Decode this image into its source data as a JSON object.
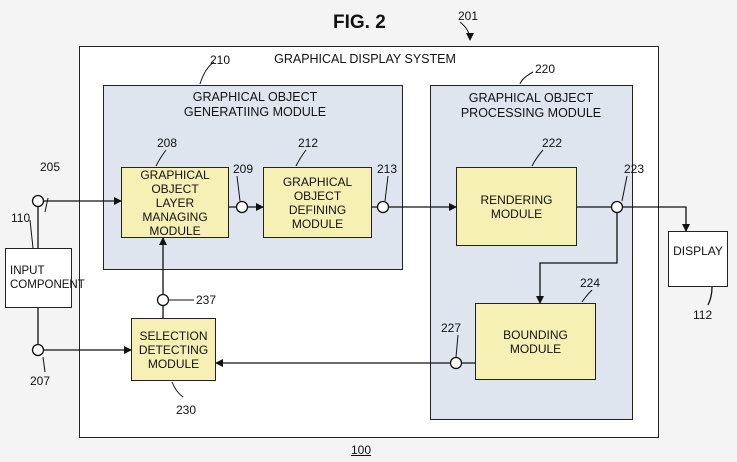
{
  "figure_title": "FIG. 2",
  "system": {
    "ref": "201",
    "title": "GRAPHICAL DISPLAY SYSTEM",
    "bottom_ref": "100"
  },
  "generating": {
    "ref": "210",
    "title_line1": "GRAPHICAL OBJECT",
    "title_line2": "GENERATIING MODULE"
  },
  "processing": {
    "ref": "220",
    "title_line1": "GRAPHICAL OBJECT",
    "title_line2": "PROCESSING MODULE"
  },
  "layer_managing": {
    "ref": "208",
    "line1": "GRAPHICAL OBJECT",
    "line2": "LAYER MANAGING",
    "line3": "MODULE"
  },
  "defining": {
    "ref": "212",
    "line1": "GRAPHICAL OBJECT",
    "line2": "DEFINING MODULE"
  },
  "rendering": {
    "ref": "222",
    "label": "RENDERING MODULE"
  },
  "bounding": {
    "ref": "224",
    "label": "BOUNDING MODULE"
  },
  "selection": {
    "ref": "230",
    "line1": "SELECTION",
    "line2": "DETECTING",
    "line3": "MODULE"
  },
  "input": {
    "ref": "110",
    "line1": "INPUT",
    "line2": "COMPONENT"
  },
  "display": {
    "ref": "112",
    "label": "DISPLAY"
  },
  "nodes": {
    "n205": "205",
    "n207": "207",
    "n209": "209",
    "n213": "213",
    "n223": "223",
    "n227": "227",
    "n237": "237"
  }
}
